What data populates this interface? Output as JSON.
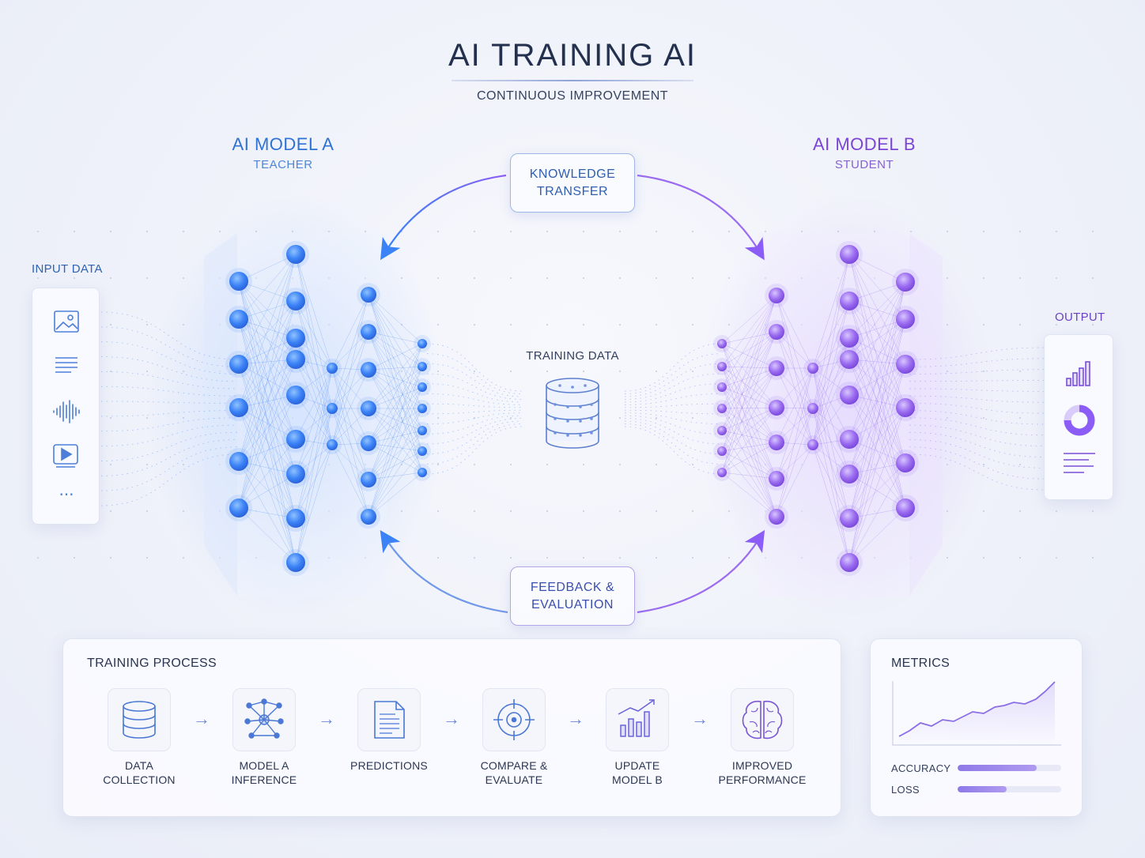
{
  "header": {
    "title": "AI TRAINING AI",
    "subtitle": "CONTINUOUS IMPROVEMENT"
  },
  "model_a": {
    "title": "AI MODEL A",
    "role": "TEACHER",
    "color": "#2f72d6"
  },
  "model_b": {
    "title": "AI MODEL B",
    "role": "STUDENT",
    "color": "#7a44d6"
  },
  "loop": {
    "top_line1": "KNOWLEDGE",
    "top_line2": "TRANSFER",
    "bottom_line1": "FEEDBACK &",
    "bottom_line2": "EVALUATION"
  },
  "input": {
    "label": "INPUT DATA",
    "icons": [
      "image-icon",
      "text-lines-icon",
      "audio-wave-icon",
      "video-icon",
      "more-icon"
    ],
    "more_text": "···"
  },
  "output": {
    "label": "OUTPUT",
    "icons": [
      "bar-chart-icon",
      "donut-chart-icon",
      "text-lines-icon"
    ]
  },
  "center": {
    "label": "TRAINING DATA"
  },
  "process": {
    "title": "TRAINING PROCESS",
    "steps": [
      {
        "line1": "DATA",
        "line2": "COLLECTION",
        "icon": "database-icon"
      },
      {
        "line1": "MODEL A",
        "line2": "INFERENCE",
        "icon": "network-icon"
      },
      {
        "line1": "PREDICTIONS",
        "line2": "",
        "icon": "document-icon"
      },
      {
        "line1": "COMPARE &",
        "line2": "EVALUATE",
        "icon": "target-icon"
      },
      {
        "line1": "UPDATE",
        "line2": "MODEL B",
        "icon": "bar-chart-icon"
      },
      {
        "line1": "IMPROVED",
        "line2": "PERFORMANCE",
        "icon": "brain-icon"
      }
    ],
    "arrow": "→"
  },
  "metrics": {
    "title": "METRICS",
    "accuracy_label": "ACCURACY",
    "loss_label": "LOSS",
    "accuracy_fraction": 0.76,
    "loss_fraction": 0.47
  },
  "colors": {
    "blue": "#3b82f6",
    "purple": "#8b5cf6",
    "text": "#27324d"
  }
}
